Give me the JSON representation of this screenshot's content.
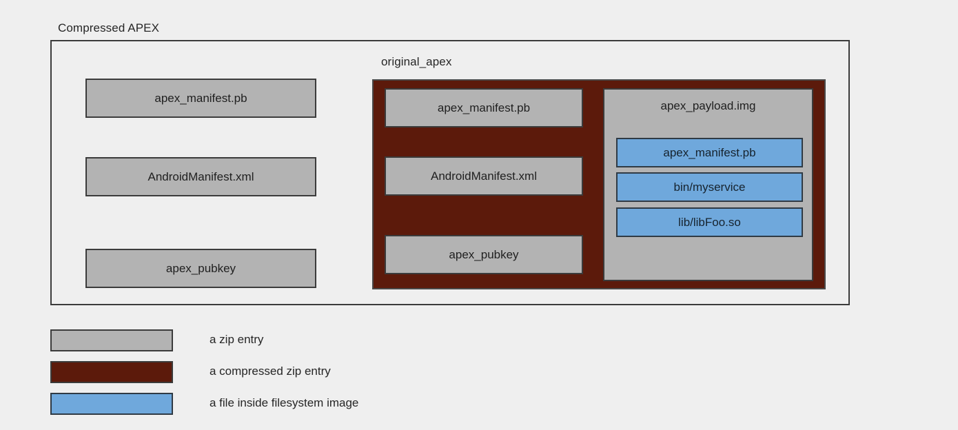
{
  "diagram": {
    "outer_group": {
      "label": "Compressed APEX",
      "entries": [
        {
          "name": "apex_manifest.pb",
          "kind": "zip-entry"
        },
        {
          "name": "AndroidManifest.xml",
          "kind": "zip-entry"
        },
        {
          "name": "apex_pubkey",
          "kind": "zip-entry"
        }
      ]
    },
    "inner_group": {
      "label": "original_apex",
      "kind": "compressed-zip-entry",
      "entries": [
        {
          "name": "apex_manifest.pb",
          "kind": "zip-entry"
        },
        {
          "name": "AndroidManifest.xml",
          "kind": "zip-entry"
        },
        {
          "name": "apex_pubkey",
          "kind": "zip-entry"
        }
      ],
      "payload": {
        "name": "apex_payload.img",
        "kind": "zip-entry",
        "files": [
          {
            "name": "apex_manifest.pb",
            "kind": "filesystem-file"
          },
          {
            "name": "bin/myservice",
            "kind": "filesystem-file"
          },
          {
            "name": "lib/libFoo.so",
            "kind": "filesystem-file"
          }
        ]
      }
    }
  },
  "legend": {
    "items": [
      {
        "label": "a zip entry",
        "color": "#b3b3b3"
      },
      {
        "label": "a compressed zip entry",
        "color": "#5c1a0b"
      },
      {
        "label": "a file inside filesystem image",
        "color": "#6fa8dc"
      }
    ]
  },
  "colors": {
    "background": "#efefef",
    "zip_entry": "#b3b3b3",
    "compressed_zip_entry": "#5c1a0b",
    "filesystem_file": "#6fa8dc",
    "stroke": "#3b3b3b"
  }
}
